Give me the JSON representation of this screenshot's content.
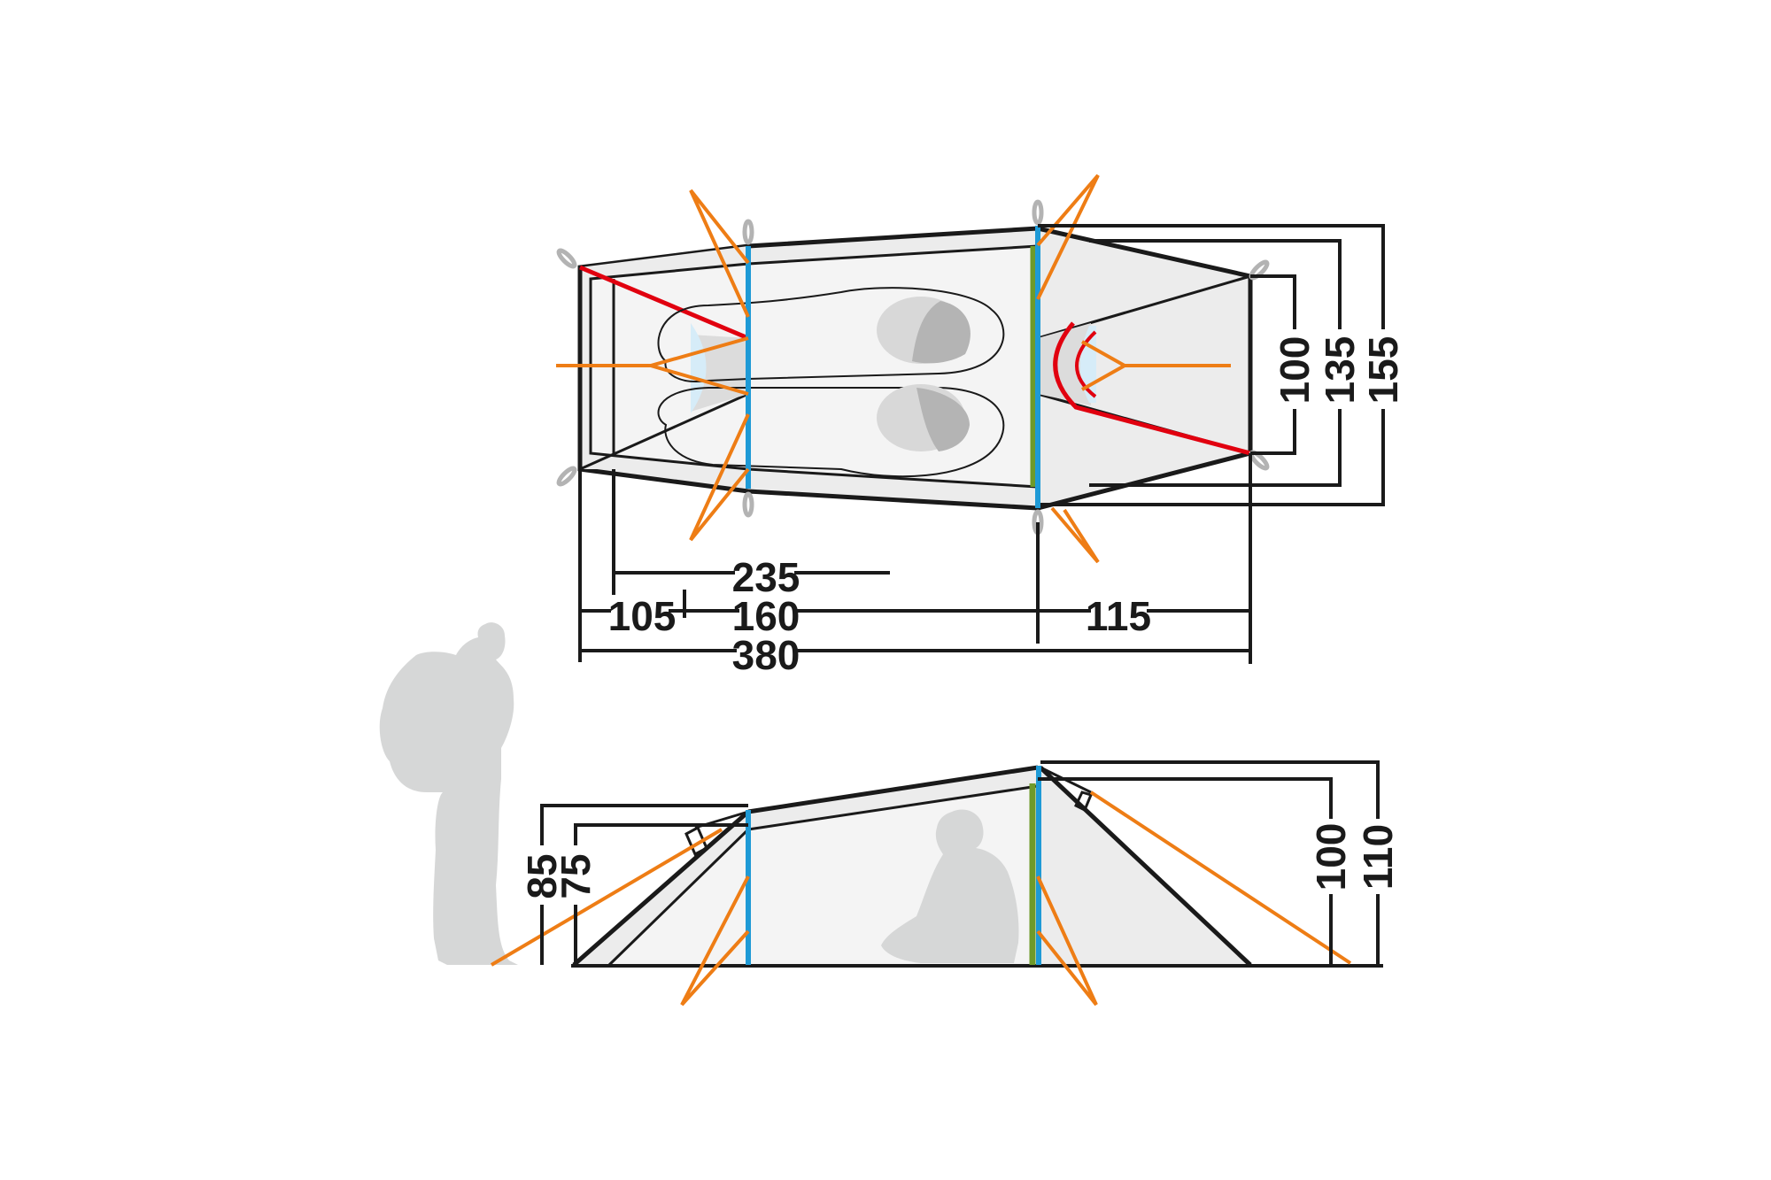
{
  "diagram": {
    "subject": "tunnel tent dimension drawing",
    "colors": {
      "outline": "#1a1a1a",
      "fabric_light": "#ececec",
      "fabric_inner": "#f4f4f4",
      "pole_blue": "#1e9ad6",
      "pole_green": "#6e9a2a",
      "guy_line_orange": "#ee7d15",
      "door_red": "#e1000f",
      "vent_blue": "#d6ecf8",
      "silhouette_gray": "#d6d7d7",
      "sleeping_pad_dark": "#b4b4b4",
      "peg_gray": "#b3b3b3"
    },
    "top_view": {
      "label": "floor plan",
      "dimensions": {
        "inner_length": "235",
        "vestibule_rear": "105",
        "middle_section": "160",
        "vestibule_front": "115",
        "total_length": "380",
        "front_width_inner": "100",
        "width_inner": "135",
        "width_total": "155"
      }
    },
    "side_view": {
      "label": "side elevation",
      "dimensions": {
        "rear_height_outer": "85",
        "rear_height_inner": "75",
        "front_height_inner": "100",
        "front_height_outer": "110"
      }
    },
    "scale_figures": {
      "standing_person": "hiker with backpack silhouette",
      "sitting_person": "seated person silhouette"
    }
  }
}
